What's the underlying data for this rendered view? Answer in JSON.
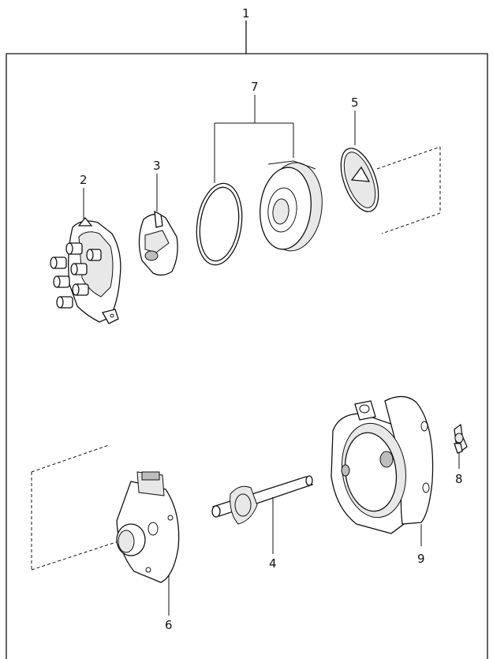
{
  "callouts": {
    "c1": "1",
    "c2": "2",
    "c3": "3",
    "c4": "4",
    "c5": "5",
    "c6": "6",
    "c7": "7",
    "c8": "8",
    "c9": "9"
  },
  "parts": [
    {
      "id": "1",
      "icon": "distributor-assembly-frame-icon"
    },
    {
      "id": "2",
      "icon": "distributor-cap-icon"
    },
    {
      "id": "3",
      "icon": "rotor-icon"
    },
    {
      "id": "4",
      "icon": "shaft-icon"
    },
    {
      "id": "5",
      "icon": "washer-icon"
    },
    {
      "id": "6",
      "icon": "ignition-module-icon"
    },
    {
      "id": "7",
      "icon": "cover-and-oring-icon"
    },
    {
      "id": "8",
      "icon": "wing-nut-icon"
    },
    {
      "id": "9",
      "icon": "housing-icon"
    }
  ]
}
